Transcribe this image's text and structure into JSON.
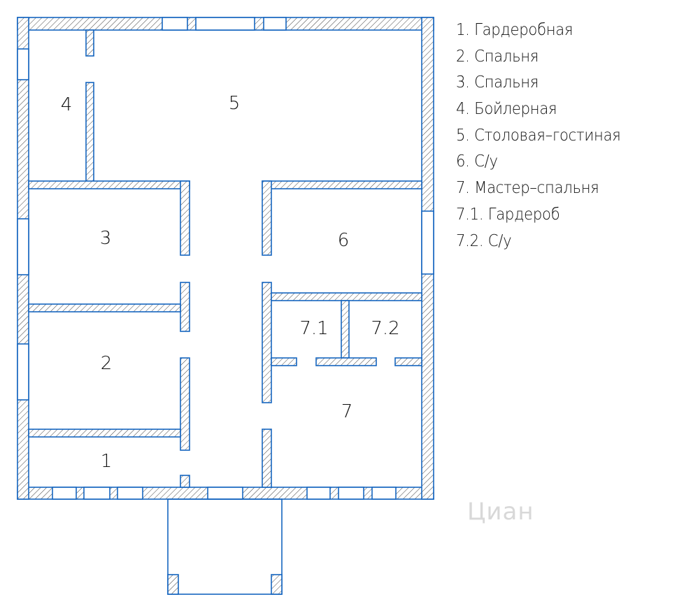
{
  "rooms": [
    {
      "id": "1",
      "label": "Гардеробная"
    },
    {
      "id": "2",
      "label": "Спальня"
    },
    {
      "id": "3",
      "label": "Спальня"
    },
    {
      "id": "4",
      "label": "Бойлерная"
    },
    {
      "id": "5",
      "label": "Столовая–гостиная"
    },
    {
      "id": "6",
      "label": "С/у"
    },
    {
      "id": "7",
      "label": "Мастер–спальня"
    },
    {
      "id": "7.1",
      "label": "Гардероб"
    },
    {
      "id": "7.2",
      "label": "С/у"
    }
  ],
  "legend": [
    "1. Гардеробная",
    "2. Спальня",
    "3. Спальня",
    "4. Бойлерная",
    "5. Столовая–гостиная",
    "6. С/у",
    "7. Мастер–спальня",
    "7.1. Гардероб",
    "7.2. С/у"
  ],
  "watermark": "Циан",
  "colors": {
    "line": "#1565c0",
    "text": "#111111"
  }
}
